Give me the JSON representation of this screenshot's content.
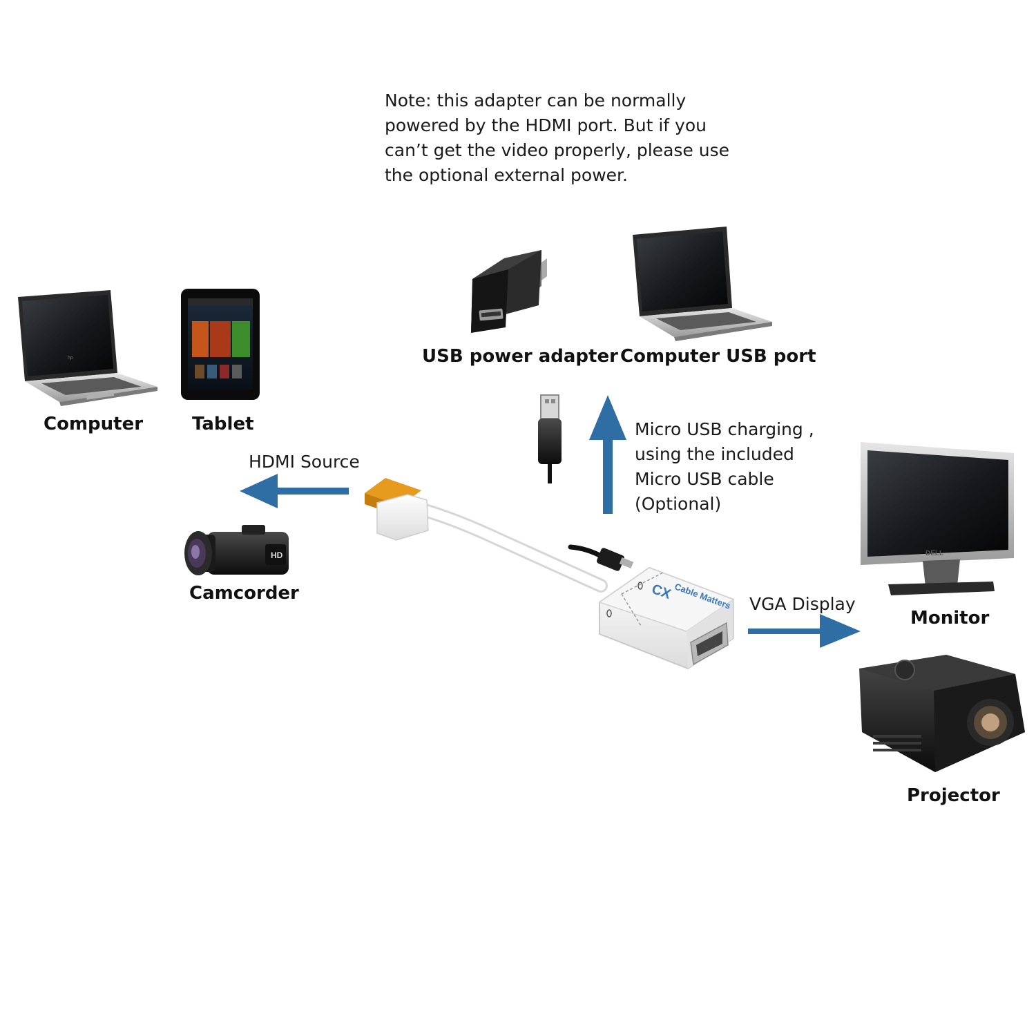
{
  "note": {
    "lines": [
      "Note: this adapter can be normally",
      "powered by the HDMI port. But if you",
      "can’t get the video properly, please use",
      "the optional external power."
    ]
  },
  "devices": {
    "computer": "Computer",
    "tablet": "Tablet",
    "camcorder": "Camcorder",
    "usb_power_adapter": "USB power adapter",
    "computer_usb_port": "Computer USB port",
    "monitor": "Monitor",
    "projector": "Projector"
  },
  "arrows": {
    "hdmi_source": "HDMI Source",
    "vga_display": "VGA Display",
    "micro_usb": [
      "Micro USB charging ,",
      "using the included",
      "Micro USB cable",
      "(Optional)"
    ]
  },
  "adapter": {
    "brand": "Cable Matters",
    "brand_mark": "CX"
  },
  "brands": {
    "laptop_logo": "hp",
    "monitor_brand": "DELL",
    "camcorder_badge": "HD"
  },
  "colors": {
    "arrow": "#2f6ea5",
    "hdmi_plug": "#e69a1e",
    "brand": "#3a78b8"
  }
}
